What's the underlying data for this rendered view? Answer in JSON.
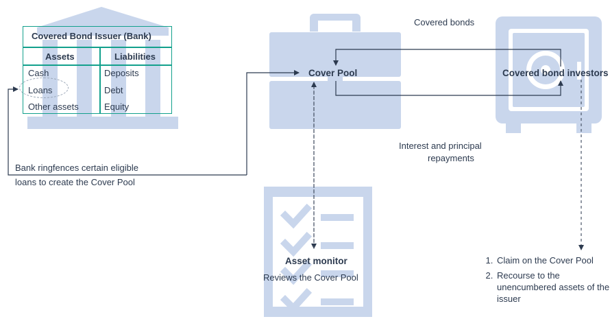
{
  "issuer_table": {
    "title": "Covered Bond Issuer (Bank)",
    "columns": [
      "Assets",
      "Liabilities"
    ],
    "assets": [
      "Cash",
      "Loans",
      "Other assets"
    ],
    "liabilities": [
      "Deposits",
      "Debt",
      "Equity"
    ]
  },
  "ringfence_note": {
    "line1": "Bank ringfences certain eligible",
    "line2": "loans to create the Cover Pool"
  },
  "cover_pool": {
    "label": "Cover Pool"
  },
  "investors": {
    "label": "Covered bond investors"
  },
  "flows": {
    "covered_bonds": "Covered bonds",
    "interest_line1": "Interest and principal",
    "interest_line2": "repayments"
  },
  "asset_monitor": {
    "label": "Asset monitor",
    "description": "Reviews the Cover Pool"
  },
  "recourse": {
    "items": [
      {
        "number": "1.",
        "text": "Claim on the Cover Pool"
      },
      {
        "number": "2.",
        "text": "Recourse to the unencumbered assets of the issuer"
      }
    ]
  },
  "colors": {
    "icon_fill": "#c9d6ec",
    "table_border": "#12a08c",
    "text": "#2c3a4f",
    "arrow": "#2c3a4f",
    "dashed": "#4a5568"
  },
  "icons": [
    "bank-icon",
    "briefcase-icon",
    "safe-icon",
    "checklist-icon"
  ]
}
